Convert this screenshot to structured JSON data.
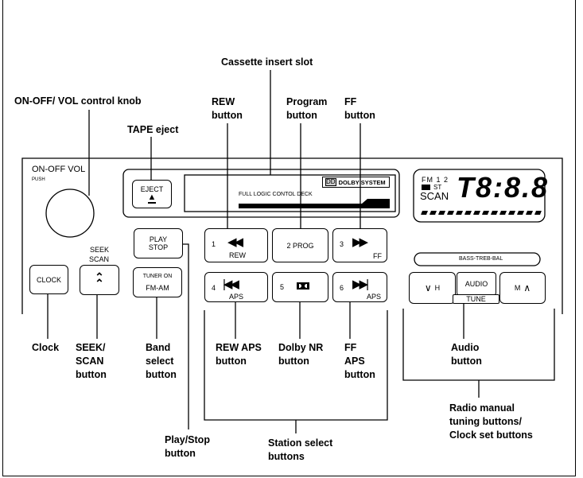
{
  "callouts": {
    "cassette_slot": "Cassette insert slot",
    "knob": "ON-OFF/ VOL control knob",
    "tape_eject": "TAPE eject",
    "rew": "REW\nbutton",
    "program": "Program\nbutton",
    "ff": "FF\nbutton",
    "clock": "Clock",
    "seek_scan": "SEEK/\nSCAN\nbutton",
    "band": "Band\nselect\nbutton",
    "play_stop": "Play/Stop\nbutton",
    "rew_aps": "REW APS\nbutton",
    "dolby": "Dolby NR\nbutton",
    "ff_aps": "FF\nAPS\nbutton",
    "station": "Station select\nbuttons",
    "audio": "Audio\nbutton",
    "radio_manual": "Radio manual\ntuning buttons/\nClock set buttons"
  },
  "panel": {
    "knob_label": "ON-OFF VOL",
    "knob_sub": "PUSH",
    "eject": "EJECT",
    "deck_text": "FULL LOGIC CONTOL DECK",
    "dolby_badge": "DOLBY SYSTEM",
    "play": "PLAY",
    "stop": "STOP",
    "clock": "CLOCK",
    "seek": "SEEK",
    "scan": "SCAN",
    "tuner_on": "TUNER ON",
    "fm_am": "FM-AM",
    "presets": [
      {
        "num": "1",
        "sub": "REW"
      },
      {
        "num": "2 PROG",
        "sub": ""
      },
      {
        "num": "3",
        "sub": "FF"
      },
      {
        "num": "4",
        "sub": "APS"
      },
      {
        "num": "5",
        "sub": ""
      },
      {
        "num": "6",
        "sub": "APS"
      }
    ],
    "display": {
      "fm": "FM 1 2",
      "st": "ST",
      "scan": "SCAN",
      "digits": "T8:8.8"
    },
    "bass": "BASS-TREB-BAL",
    "down_h": "H",
    "audio": "AUDIO",
    "tune": "TUNE",
    "up_m": "M"
  }
}
